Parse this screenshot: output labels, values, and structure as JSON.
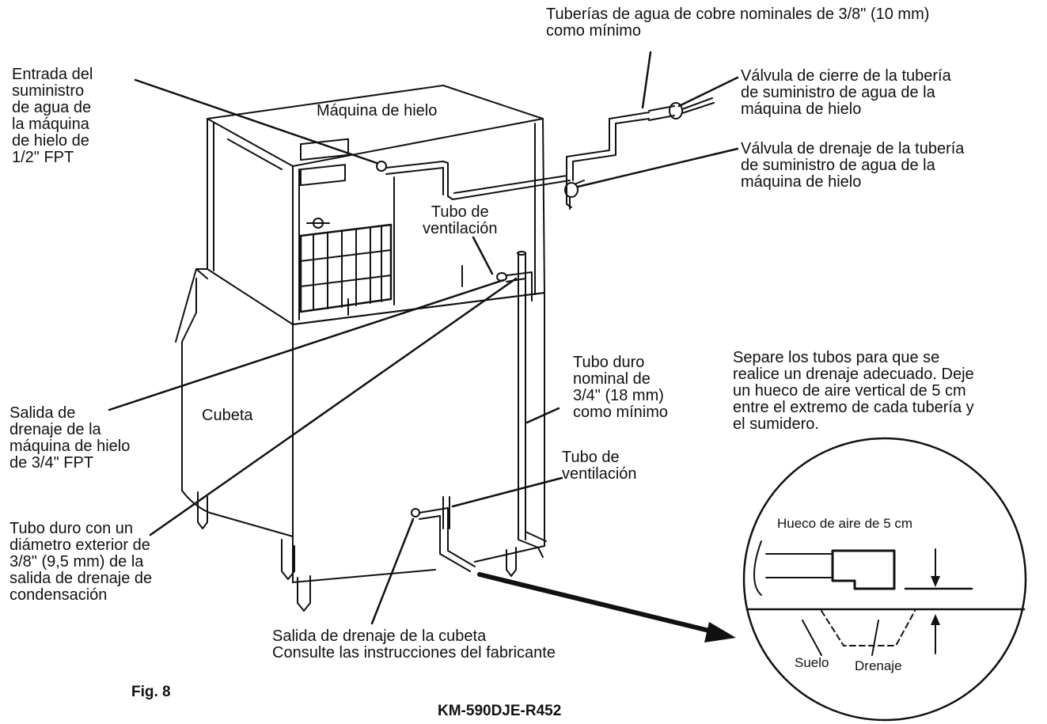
{
  "labels": {
    "copper_lines": [
      "Tuberías de agua de cobre nominales de 3/8\" (10 mm)",
      "como mínimo"
    ],
    "water_inlet": [
      "Entrada del",
      "suministro",
      "de agua de",
      "la máquina",
      "de hielo de",
      "1/2\" FPT"
    ],
    "ice_machine": "Máquina de hielo",
    "shutoff_valve": [
      "Válvula de cierre de la tubería",
      "de suministro de agua de la",
      "máquina de hielo"
    ],
    "drain_valve": [
      "Válvula de drenaje de la tubería",
      "de suministro de agua de la",
      "máquina de hielo"
    ],
    "vent_tube_top": [
      "Tubo de",
      "ventilación"
    ],
    "bin": "Cubeta",
    "hard_tube_34": [
      "Tubo duro",
      "nominal de",
      "3/4\" (18 mm)",
      "como mínimo"
    ],
    "separation_note": [
      "Separe los tubos para que se",
      "realice un drenaje adecuado. Deje",
      "un hueco de aire vertical de 5 cm",
      "entre el extremo de cada tubería y",
      "el sumidero."
    ],
    "ice_drain_outlet": [
      "Salida de",
      "drenaje de la",
      "máquina de hielo",
      "de 3/4\" FPT"
    ],
    "vent_tube_bottom": [
      "Tubo de",
      "ventilación"
    ],
    "air_gap": "Hueco de aire de 5 cm",
    "condensation_tube": [
      "Tubo duro con un",
      "diámetro exterior de",
      "3/8\" (9,5 mm) de la",
      "salida de drenaje de",
      "condensación"
    ],
    "bin_drain": [
      "Salida de drenaje de la cubeta",
      "Consulte las instrucciones del fabricante"
    ],
    "floor": "Suelo",
    "drain": "Drenaje",
    "figure": "Fig. 8",
    "model": "KM-590DJE-R452"
  }
}
